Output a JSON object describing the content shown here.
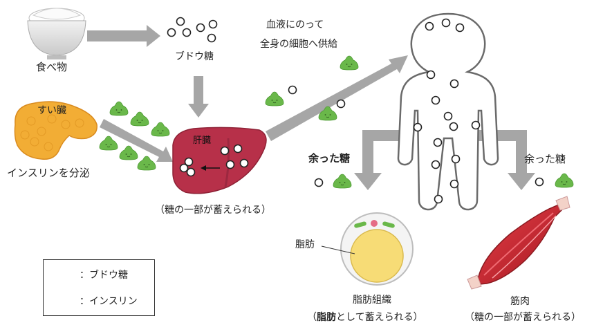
{
  "labels": {
    "food": "食べ物",
    "glucose": "ブドウ糖",
    "blood_line1": "血液にのって",
    "blood_line2": "全身の細胞へ供給",
    "pancreas": "すい臓",
    "insulin_secrete": "インスリンを分泌",
    "liver": "肝臓",
    "liver_store": "（糖の一部が蓄えられる）",
    "excess_left": "余った糖",
    "excess_right": "余った糖",
    "fat": "脂肪",
    "adipose": "脂肪組織",
    "adipose_store_bold": "脂肪",
    "adipose_store_rest": "として蓄えられる）",
    "adipose_store_open": "（",
    "muscle": "筋肉",
    "muscle_store": "（糖の一部が蓄えられる）"
  },
  "legend": {
    "glucose": "：ブドウ糖",
    "insulin": "：インスリン"
  },
  "colors": {
    "arrow": "#a6a6a6",
    "liver": "#b73049",
    "pancreas": "#f2ad35",
    "insulin": "#6ab84a",
    "fat": "#f7dc76",
    "muscle": "#c9232c"
  }
}
